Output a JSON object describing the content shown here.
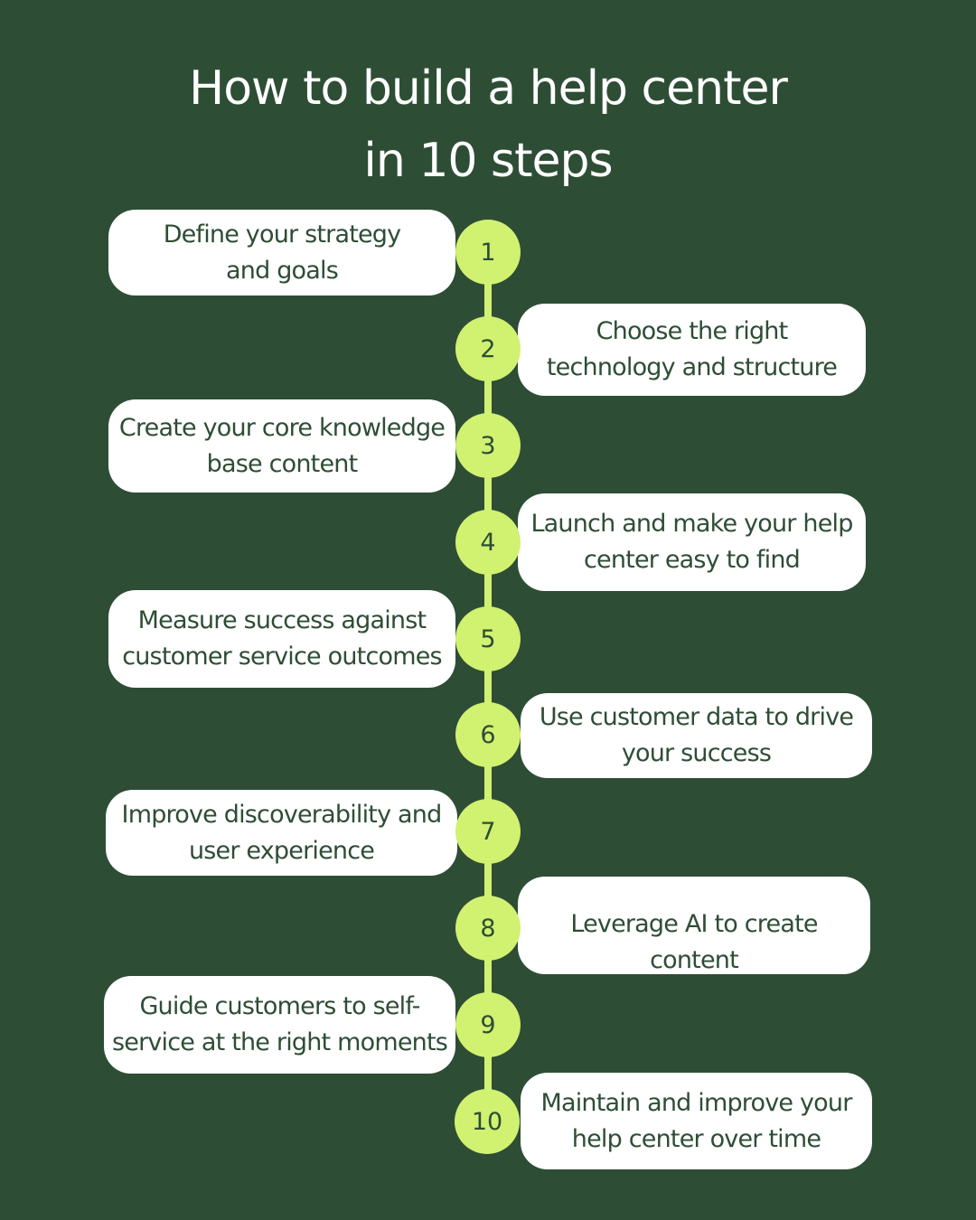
{
  "title_line1": "How to build a help center",
  "title_line2": "in 10 steps",
  "colors": {
    "background": "#2e4d35",
    "accent": "#d1f171",
    "card": "#ffffff",
    "text": "#2e4d35"
  },
  "steps": [
    {
      "number": "1",
      "text": "Define your strategy and goals",
      "side": "left"
    },
    {
      "number": "2",
      "text": "Choose the right technology and structure",
      "side": "right"
    },
    {
      "number": "3",
      "text": "Create your core knowledge base content",
      "side": "left"
    },
    {
      "number": "4",
      "text": "Launch and make your help center easy to find",
      "side": "right"
    },
    {
      "number": "5",
      "text": "Measure success against customer service outcomes",
      "side": "left"
    },
    {
      "number": "6",
      "text": "Use customer data to drive your success",
      "side": "right"
    },
    {
      "number": "7",
      "text": "Improve discoverability and user experience",
      "side": "left"
    },
    {
      "number": "8",
      "text": "Leverage AI to create content",
      "side": "right"
    },
    {
      "number": "9",
      "text": "Guide customers to self-service at the right moments",
      "side": "left"
    },
    {
      "number": "10",
      "text": "Maintain and improve your help center over time",
      "side": "right"
    }
  ]
}
